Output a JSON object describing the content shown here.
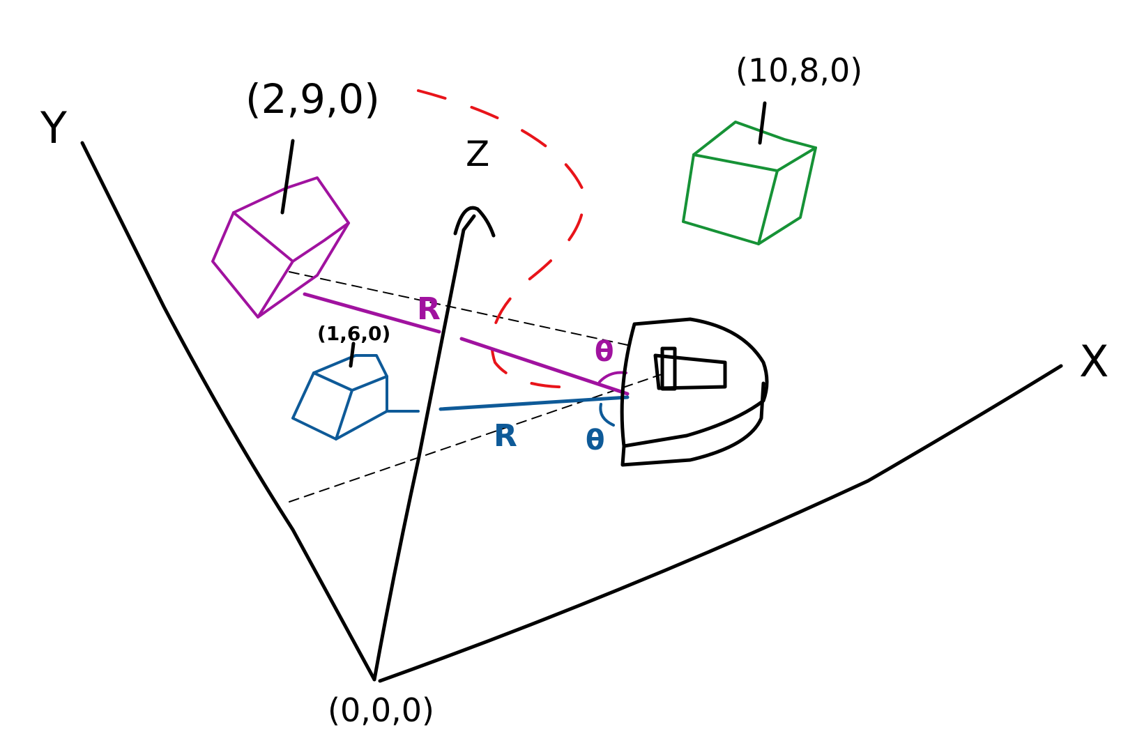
{
  "labels": {
    "axis_y": "Y",
    "axis_z": "Z",
    "axis_x": "X",
    "origin": "(0,0,0)",
    "purple_cube_coord": "(2,9,0)",
    "blue_cube_coord": "(1,6,0)",
    "green_cube_coord": "(10,8,0)",
    "purple_distance": "R",
    "blue_distance": "R",
    "purple_angle": "θ",
    "blue_angle": "θ"
  },
  "colors": {
    "axes": "#000000",
    "purple": "#a0129f",
    "blue": "#0e5a98",
    "green": "#169236",
    "red_arc": "#e8141a"
  }
}
